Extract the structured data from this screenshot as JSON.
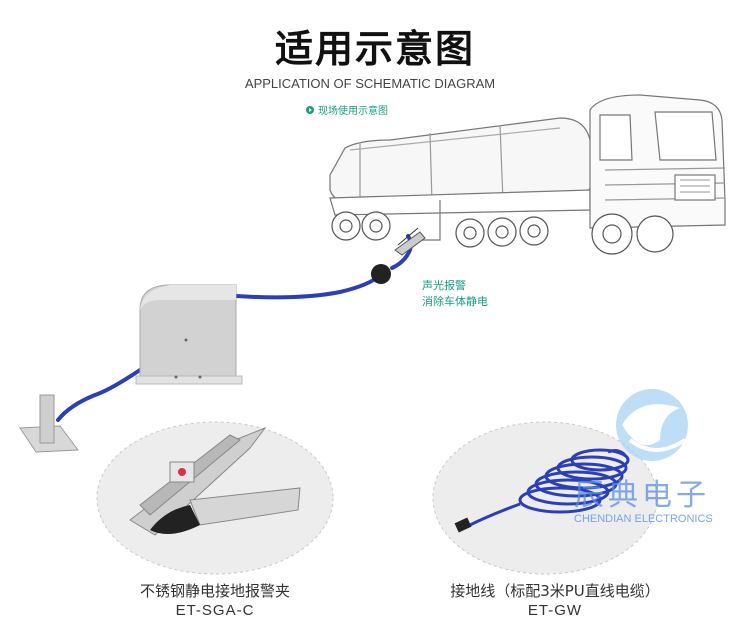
{
  "header": {
    "title": "适用示意图",
    "subtitle": "APPLICATION OF SCHEMATIC DIAGRAM"
  },
  "scene": {
    "tag": "现场使用示意图",
    "callout_line1": "声光报警",
    "callout_line2": "消除车体静电"
  },
  "products": [
    {
      "name": "不锈钢静电接地报警夹",
      "model": "ET-SGA-C"
    },
    {
      "name": "接地线（标配3米PU直线电缆）",
      "model": "ET-GW"
    }
  ],
  "watermark": {
    "name_zh": "辰典电子",
    "name_en": "CHENDIAN ELECTRONICS"
  },
  "colors": {
    "accent": "#1a9c83",
    "cable": "#2a3fb8",
    "watermark": "#5b8fe0"
  }
}
